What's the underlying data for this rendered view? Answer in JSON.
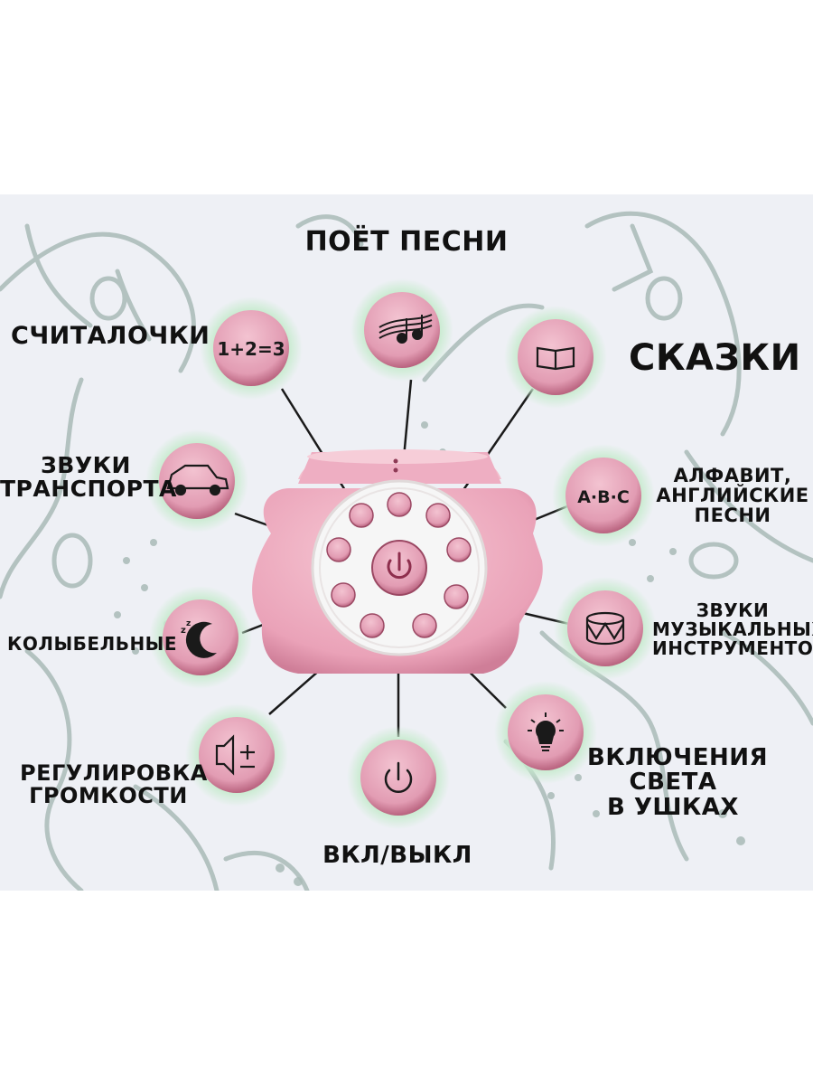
{
  "labels": {
    "songs": "ПОЁТ ПЕСНИ",
    "counting": "СЧИТАЛОЧКИ",
    "tales": "СКАЗКИ",
    "transport_1": "ЗВУКИ",
    "transport_2": "ТРАНСПОРТА",
    "alphabet_1": "АЛФАВИТ,",
    "alphabet_2": "АНГЛИЙСКИЕ",
    "alphabet_3": "ПЕСНИ",
    "lullabies": "КОЛЫБЕЛЬНЫЕ",
    "instruments_1": "ЗВУКИ",
    "instruments_2": "МУЗЫКАЛЬНЫХ",
    "instruments_3": "ИНСТРУМЕНТОВ",
    "volume_1": "РЕГУЛИРОВКА",
    "volume_2": "ГРОМКОСТИ",
    "power": "ВКЛ/ВЫКЛ",
    "light_1": "ВКЛЮЧЕНИЯ",
    "light_2": "СВЕТА",
    "light_3": "В УШКАХ"
  },
  "button_glyphs": {
    "counting": "1+2=3",
    "alphabet": "A·B·C"
  },
  "icons": [
    "numbers-icon",
    "music-notes-icon",
    "book-icon",
    "car-icon",
    "abc-icon",
    "moon-icon",
    "drum-icon",
    "volume-icon",
    "power-icon",
    "lightbulb-icon"
  ],
  "colors": {
    "background": "#eef0f5",
    "doodle": "#a9b9b6",
    "button_pink": "#e7a7bb",
    "button_dark": "#8e3a55",
    "halo": "#c9ead0",
    "toy_pink": "#f0b5c6",
    "toy_dark": "#d68aa3",
    "text": "#111111"
  }
}
